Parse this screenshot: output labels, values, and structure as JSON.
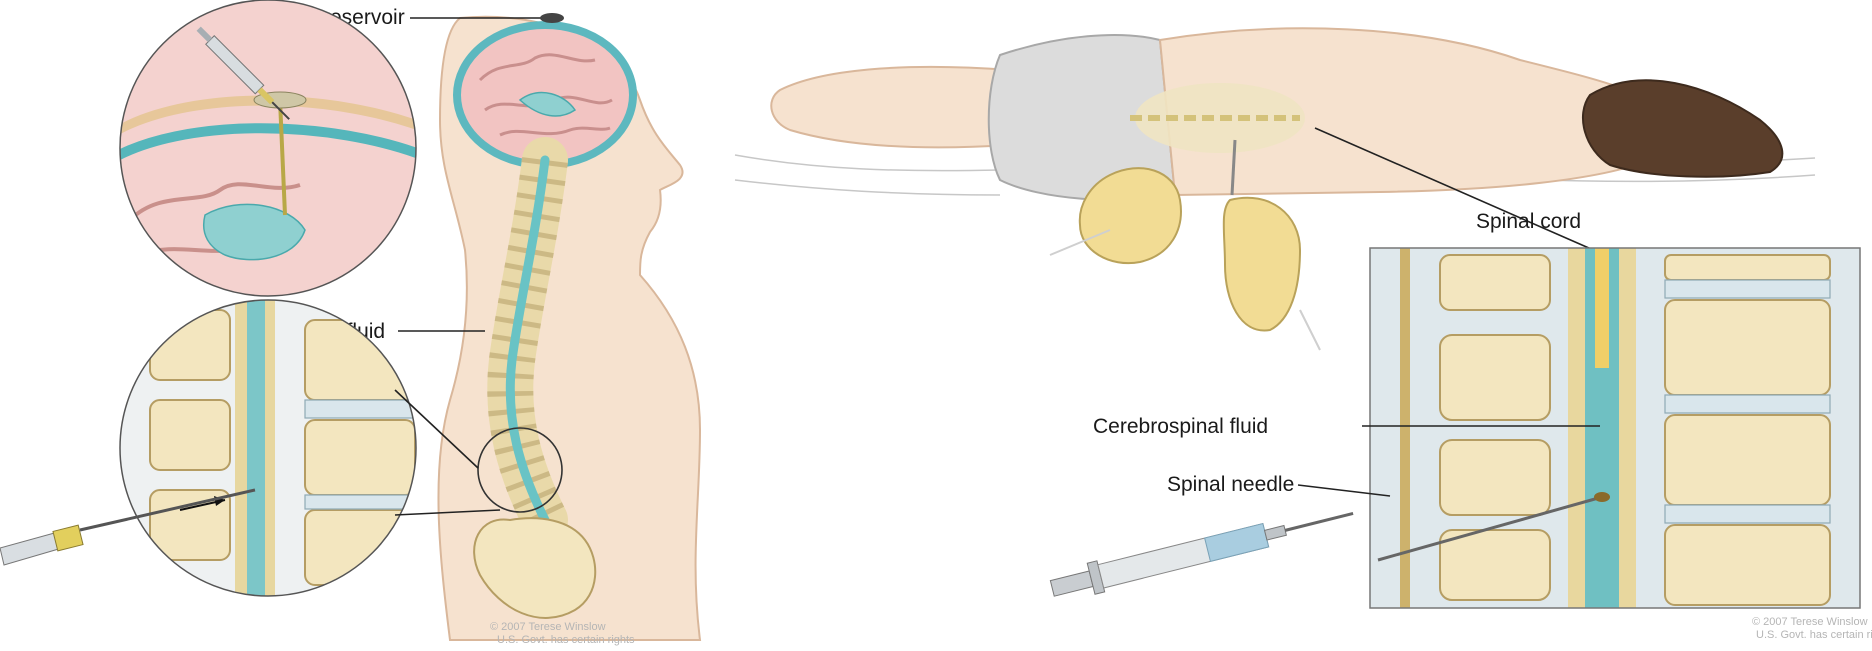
{
  "left_figure": {
    "labels": {
      "ommaya": "Ommaya reservoir",
      "csf": "Cerebrospinal fluid"
    },
    "copyright": [
      "© 2007 Terese Winslow",
      "U.S. Govt. has certain rights"
    ]
  },
  "right_figure": {
    "labels": {
      "cord": "Spinal cord",
      "csf": "Cerebrospinal fluid",
      "needle": "Spinal needle"
    },
    "copyright": [
      "© 2007 Terese Winslow",
      "U.S. Govt. has certain rights"
    ]
  },
  "colors": {
    "bone": "#f3e6bf",
    "csf": "#8fd0d0",
    "skin": "#f6e2cf",
    "gloves": "#f2dc94",
    "hair": "#5a3e2b"
  }
}
